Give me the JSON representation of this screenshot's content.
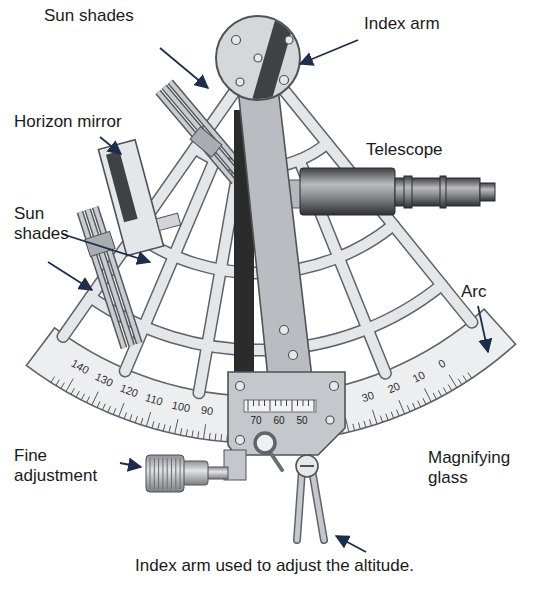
{
  "diagram": {
    "caption": "Index arm used to adjust the altitude.",
    "labels": [
      "Sun shades",
      "Index arm",
      "Horizon mirror",
      "Telescope",
      "Sun shades",
      "Arc",
      "Fine adjustment",
      "Magnifying glass",
      "140",
      "130",
      "120",
      "110",
      "100",
      "90",
      "30",
      "20",
      "10",
      "0",
      "70",
      "60",
      "50"
    ]
  }
}
